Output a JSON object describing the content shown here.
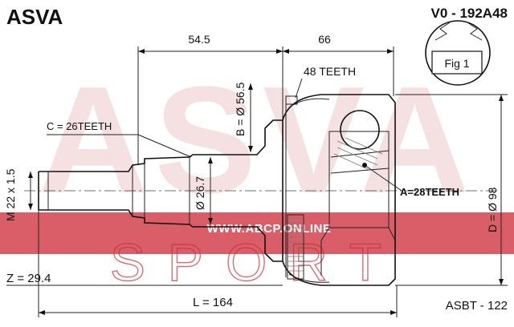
{
  "header": {
    "brand": "ASVA",
    "part_number": "V0 - 192A48"
  },
  "dimensions": {
    "shaft_length": "54.5",
    "cup_length": "66",
    "abs_teeth": "48 TEETH",
    "bore_diameter": "B = Ø 56.5",
    "spline_outer": "C = 26TEETH",
    "spline_inner": "A=28TEETH",
    "shaft_diameter": "Ø 26.7",
    "outer_diameter": "D = Ø 98",
    "thread": "M 22 x 1.5",
    "z_value": "Z = 29.4",
    "total_length": "L = 164"
  },
  "fig_label": "Fig 1",
  "footer": {
    "code": "ASBT - 122"
  },
  "watermark": {
    "logo_text": "ASVA",
    "sport_text": "SPORT",
    "url": "WWW.ABCP.ONLINE"
  },
  "colors": {
    "watermark_red": "#c8323c",
    "watermark_pink": "#eec9cc",
    "line": "#111111"
  }
}
